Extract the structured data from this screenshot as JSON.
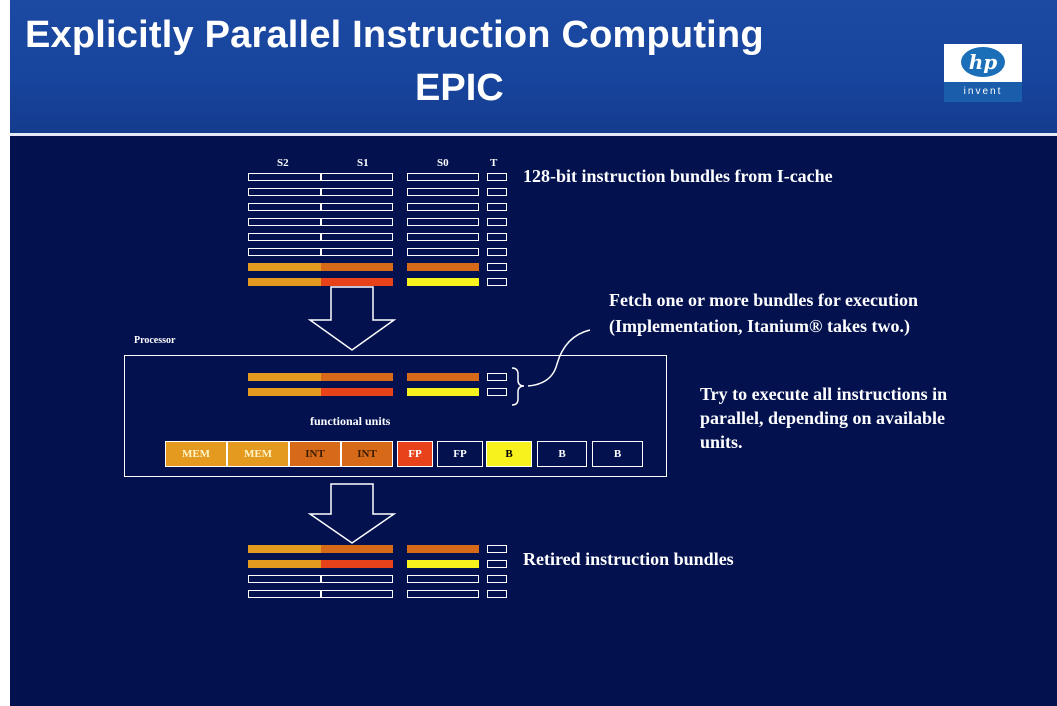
{
  "slide": {
    "title_line1": "Explicitly Parallel Instruction Computing",
    "title_line2": "EPIC",
    "logo": {
      "mark": "hp",
      "tagline": "invent"
    }
  },
  "columns": [
    "S2",
    "S1",
    "S0",
    "T"
  ],
  "notes": {
    "bundles": "128-bit instruction bundles from I-cache",
    "fetch_line1": "Fetch one or more bundles for execution",
    "fetch_line2": "(Implementation, Itanium® takes two.)",
    "parallel_line1": "Try to execute all instructions in",
    "parallel_line2": "parallel, depending on available",
    "parallel_line3": "units.",
    "retired": "Retired instruction bundles"
  },
  "processor": {
    "label": "Processor",
    "functional_units_label": "functional units",
    "units": [
      {
        "name": "MEM",
        "fill": "#e39a1f",
        "text_color": "#fff4c8"
      },
      {
        "name": "MEM",
        "fill": "#e39a1f",
        "text_color": "#fff4c8"
      },
      {
        "name": "INT",
        "fill": "#d66a18",
        "text_color": "#3a1a00"
      },
      {
        "name": "INT",
        "fill": "#d66a18",
        "text_color": "#3a1a00"
      },
      {
        "name": "FP",
        "fill": "#e8421b",
        "text_color": "#ffffff"
      },
      {
        "name": "FP",
        "fill": "#03124f",
        "text_color": "#ffffff"
      },
      {
        "name": "B",
        "fill": "#f7f21e",
        "text_color": "#000000"
      },
      {
        "name": "B",
        "fill": "#03124f",
        "text_color": "#ffffff"
      },
      {
        "name": "B",
        "fill": "#03124f",
        "text_color": "#ffffff"
      }
    ]
  },
  "slot_colors": {
    "empty": "#03124f",
    "orange": "#e39a1f",
    "dark_orange": "#d66a18",
    "red": "#e8421b",
    "yellow": "#f7f21e"
  },
  "cache_bundles": [
    [
      "empty",
      "empty",
      "empty",
      "empty"
    ],
    [
      "empty",
      "empty",
      "empty",
      "empty"
    ],
    [
      "empty",
      "empty",
      "empty",
      "empty"
    ],
    [
      "empty",
      "empty",
      "empty",
      "empty"
    ],
    [
      "empty",
      "empty",
      "empty",
      "empty"
    ],
    [
      "empty",
      "empty",
      "empty",
      "empty"
    ],
    [
      "orange",
      "dark_orange",
      "dark_orange",
      "empty"
    ],
    [
      "orange",
      "red",
      "yellow",
      "empty"
    ]
  ],
  "processor_bundles": [
    [
      "orange",
      "dark_orange",
      "dark_orange",
      "empty"
    ],
    [
      "orange",
      "red",
      "yellow",
      "empty"
    ]
  ],
  "retired_bundles": [
    [
      "orange",
      "dark_orange",
      "dark_orange",
      "empty"
    ],
    [
      "orange",
      "red",
      "yellow",
      "empty"
    ],
    [
      "empty",
      "empty",
      "empty",
      "empty"
    ],
    [
      "empty",
      "empty",
      "empty",
      "empty"
    ]
  ]
}
